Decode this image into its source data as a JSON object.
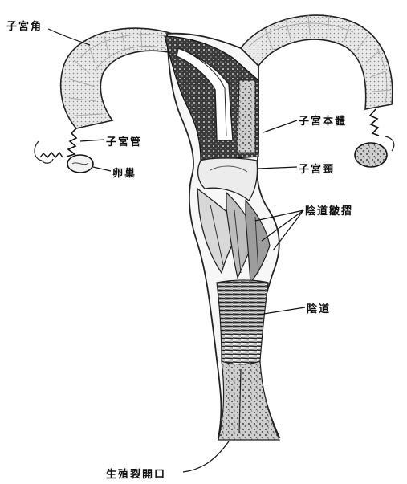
{
  "labels": {
    "uterine_horn": "子宮角",
    "oviduct": "子宮管",
    "ovary": "卵巢",
    "uterine_body": "子宮本體",
    "cervix": "子宮頸",
    "vaginal_folds": "陰道皺摺",
    "vagina": "陰道",
    "urogenital_opening": "生殖裂開口"
  }
}
